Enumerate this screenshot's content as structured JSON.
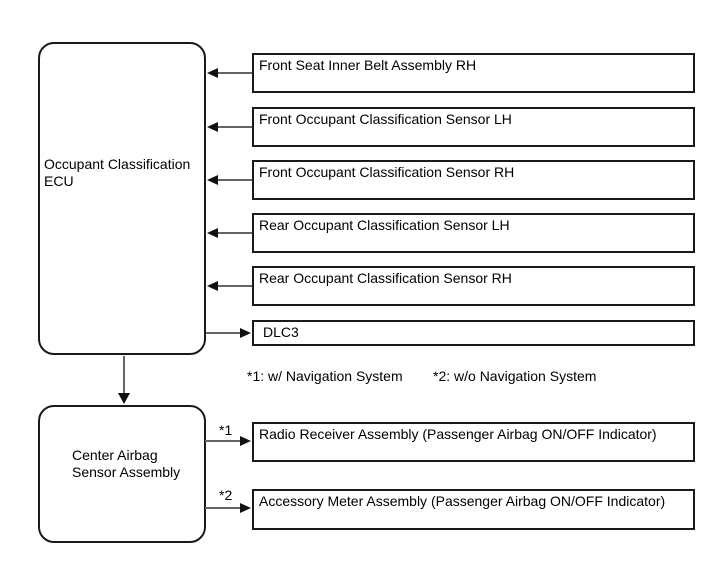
{
  "diagram": {
    "ecu_box": {
      "line1": "Occupant Classification",
      "line2": "ECU"
    },
    "center_airbag_box": {
      "line1": "Center Airbag",
      "line2": "Sensor Assembly"
    },
    "connected_boxes": [
      {
        "label": "Front Seat Inner Belt Assembly RH"
      },
      {
        "label": "Front Occupant Classification Sensor LH"
      },
      {
        "label": "Front Occupant Classification Sensor RH"
      },
      {
        "label": "Rear Occupant Classification Sensor LH"
      },
      {
        "label": "Rear Occupant Classification Sensor RH"
      },
      {
        "label": "DLC3"
      }
    ],
    "footnotes": {
      "note1": "*1: w/ Navigation System",
      "note2": "*2: w/o Navigation System"
    },
    "outputs": [
      {
        "marker": "*1",
        "label": "Radio Receiver Assembly (Passenger Airbag ON/OFF Indicator)"
      },
      {
        "marker": "*2",
        "label": "Accessory Meter Assembly (Passenger Airbag ON/OFF Indicator)"
      }
    ],
    "colors": {
      "border": "#1a1a1a",
      "connector": "#666666",
      "background": "#ffffff",
      "text": "#000000"
    }
  }
}
